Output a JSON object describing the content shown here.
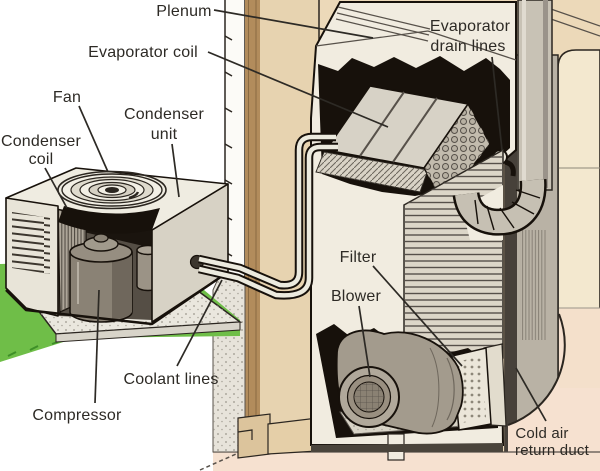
{
  "figure": {
    "type": "cutaway-diagram",
    "subject": "Central air conditioning system",
    "labels": {
      "plenum": "Plenum",
      "evaporator_coil": "Evaporator coil",
      "evaporator_drain_lines_line1": "Evaporator",
      "evaporator_drain_lines_line2": "drain lines",
      "fan": "Fan",
      "condenser_unit_line1": "Condenser",
      "condenser_unit_line2": "unit",
      "condenser_coil_line1": "Condenser",
      "condenser_coil_line2": "coil",
      "filter": "Filter",
      "blower": "Blower",
      "coolant_lines": "Coolant lines",
      "compressor": "Compressor",
      "cold_air_return_duct_line1": "Cold air",
      "cold_air_return_duct_line2": "return duct"
    },
    "colors": {
      "ink": "#2d2a25",
      "outline": "#17110b",
      "outdoor_bg": "#ffffff",
      "indoor_wall": "#ecd9b9",
      "wall_tan": "#e7d3b0",
      "stud_brown": "#b28c5c",
      "grass": "#6fbe48",
      "pad_concrete": "#eae7de",
      "floor_pink": "#f6e1d0",
      "cream_panel": "#f3e8cf",
      "duct_grey": "#b9b2a5",
      "cabinet_cream": "#f1ece0",
      "grille_grey": "#dcd6c8",
      "opening_dark": "#17110b",
      "blower_grey": "#a39b8d",
      "compressor_grey": "#8a8275",
      "pipe_grey": "#c8c2b5",
      "coil_grey": "#d7d2c6"
    }
  }
}
